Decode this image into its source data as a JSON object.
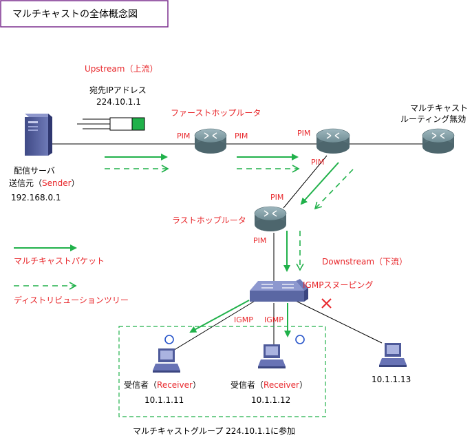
{
  "title": "マルチキャストの全体概念図",
  "upstream_label": "Upstream（上流）",
  "downstream_label": "Downstream（下流）",
  "dest_ip_label": "宛先IPアドレス",
  "dest_ip": "224.10.1.1",
  "first_hop_label": "ファーストホップルータ",
  "last_hop_label": "ラストホップルータ",
  "no_routing_label_1": "マルチキャスト",
  "no_routing_label_2": "ルーティング無効",
  "server_label": "配信サーバ",
  "sender_prefix": "送信元（",
  "sender_word": "Sender",
  "sender_suffix": "）",
  "server_ip": "192.168.0.1",
  "pim": "PIM",
  "igmp": "IGMP",
  "igmp_snooping": "IGMPスヌーピング",
  "legend": {
    "multicast_packet": "マルチキャストパケット",
    "distribution_tree": "ディストリビューションツリー"
  },
  "receivers": [
    {
      "prefix": "受信者（",
      "word": "Receiver",
      "suffix": "）",
      "ip": "10.1.1.11"
    },
    {
      "prefix": "受信者（",
      "word": "Receiver",
      "suffix": "）",
      "ip": "10.1.1.12"
    },
    {
      "ip": "10.1.1.13"
    }
  ],
  "group_label": "マルチキャストグループ 224.10.1.1に参加",
  "colors": {
    "accent_red": "#e8262a",
    "packet_green": "#20b14a",
    "title_border": "#7b2f8e",
    "router_body": "#6f8c94",
    "switch_body": "#5a67a3",
    "server_body": "#4e5a9a"
  }
}
